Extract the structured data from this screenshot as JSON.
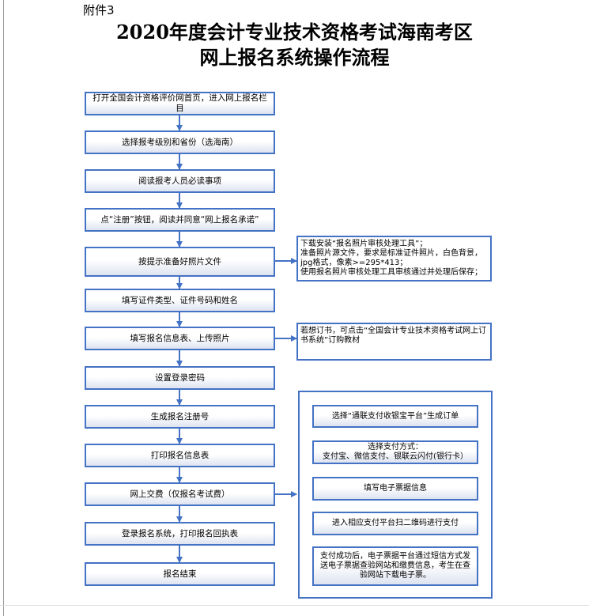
{
  "attachment_label": "附件3",
  "title_line1": "2020年度会计专业技术资格考试海南考区",
  "title_line2": "网上报名系统操作流程",
  "main_steps": [
    "打开全国会计资格评价网首页，进入网上报名栏目",
    "选择报考级别和省份（选海南）",
    "阅读报考人员必读事项",
    "点“注册”按钮，阅读并同意“网上报名承诺”",
    "按提示准备好照片文件",
    "填写证件类型、证件号码和姓名",
    "填写报名信息表、上传照片",
    "设置登录密码",
    "生成报名注册号",
    "打印报名信息表",
    "网上交费（仅报名考试费）",
    "登录报名系统，打印报名回执表",
    "报名结束"
  ],
  "photo_note": [
    "下载安装“报名照片审核处理工具”；",
    "准备照片源文件，要求是标准证件照片，白色背景，jpg格式，像素>=295*413；",
    "使用报名照片审核处理工具审核通过并处理后保存；"
  ],
  "book_note": "若想订书，可点击“全国会计专业技术资格考试网上订书系统”订购教材",
  "payment_steps": [
    "选择“通联支付收银宝平台”生成订单",
    "选择支付方式：\n支付宝、微信支付、银联云闪付(银行卡）",
    "填写电子票据信息",
    "进入相应支付平台扫二维码进行支付",
    "支付成功后，电子票据平台通过短信方式发送电子票据查验网站和缴费信息，考生在查验网站下载电子票。"
  ],
  "colors": {
    "border": "#4472c4",
    "arrow": "#4472c4",
    "box_gradient_end": "#dde3f0"
  }
}
